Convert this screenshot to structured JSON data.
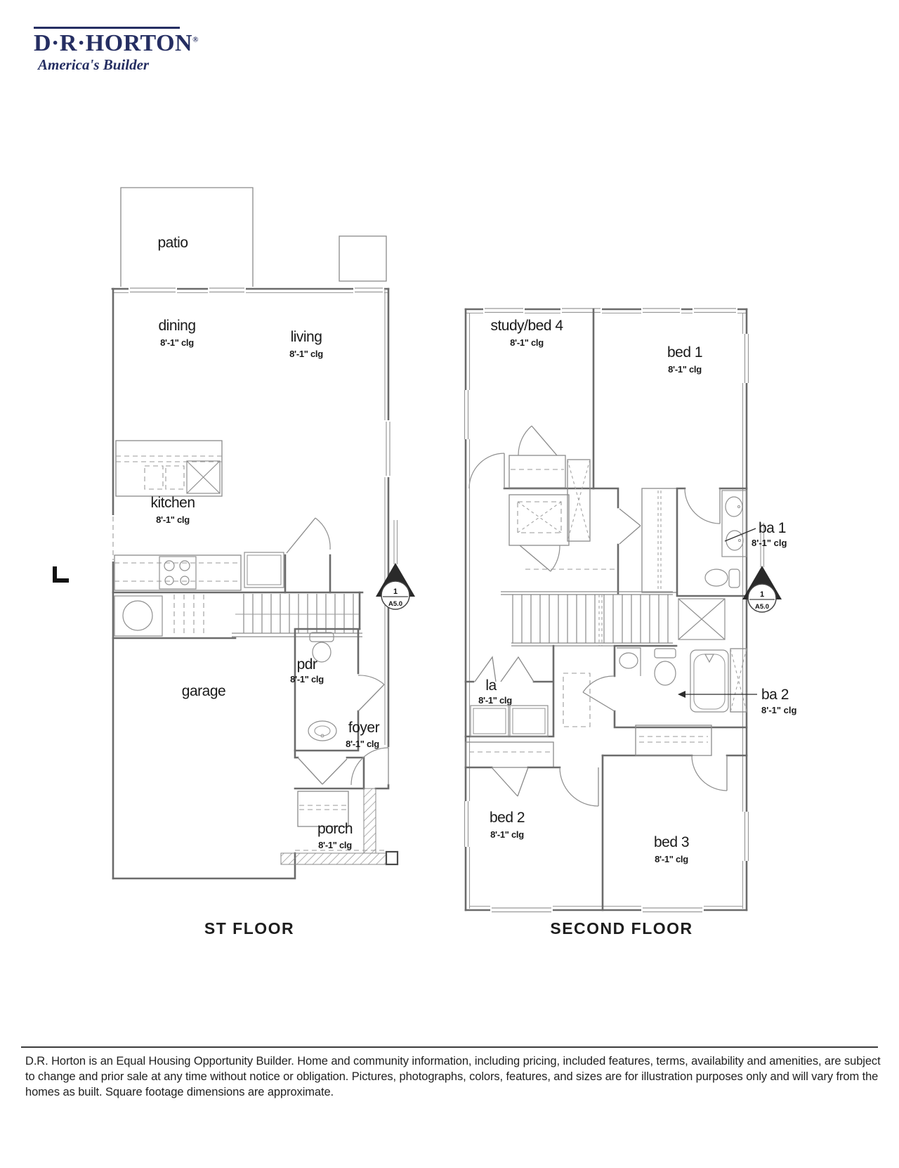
{
  "logo": {
    "brand": "D·R·HORTON",
    "registered": "®",
    "tagline": "America's Builder",
    "color": "#252e62"
  },
  "floors": {
    "first": {
      "title": "ST FLOOR",
      "rooms": {
        "patio": {
          "name": "patio"
        },
        "dining": {
          "name": "dining",
          "clg": "8'-1\" clg"
        },
        "living": {
          "name": "living",
          "clg": "8'-1\" clg"
        },
        "kitchen": {
          "name": "kitchen",
          "clg": "8'-1\" clg"
        },
        "garage": {
          "name": "garage"
        },
        "pdr": {
          "name": "pdr",
          "clg": "8'-1\" clg"
        },
        "foyer": {
          "name": "foyer",
          "clg": "8'-1\" clg"
        },
        "porch": {
          "name": "porch",
          "clg": "8'-1\" clg"
        }
      },
      "section_marker": {
        "number": "1",
        "sheet": "A5.0"
      }
    },
    "second": {
      "title": "SECOND FLOOR",
      "rooms": {
        "study_bed4": {
          "name": "study/bed 4",
          "clg": "8'-1\" clg"
        },
        "bed1": {
          "name": "bed 1",
          "clg": "8'-1\" clg"
        },
        "ba1": {
          "name": "ba 1",
          "clg": "8'-1\" clg"
        },
        "la": {
          "name": "la",
          "clg": "8'-1\" clg"
        },
        "ba2": {
          "name": "ba 2",
          "clg": "8'-1\" clg"
        },
        "bed2": {
          "name": "bed 2",
          "clg": "8'-1\" clg"
        },
        "bed3": {
          "name": "bed 3",
          "clg": "8'-1\" clg"
        }
      },
      "section_marker": {
        "number": "1",
        "sheet": "A5.0"
      }
    }
  },
  "footer": {
    "disclaimer": "D.R. Horton is an Equal Housing Opportunity Builder. Home and community information, including pricing, included features, terms, availability and amenities, are subject to change and prior sale at any time without notice or obligation. Pictures, photographs, colors, features, and sizes are for illustration purposes only and will vary from the homes as built. Square footage dimensions are approximate."
  }
}
